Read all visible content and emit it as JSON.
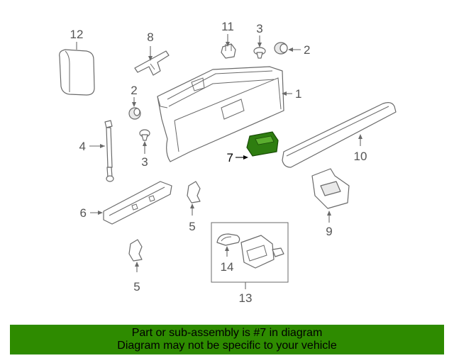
{
  "diagram": {
    "callouts": {
      "p1": "1",
      "p2a": "2",
      "p2b": "2",
      "p3a": "3",
      "p3b": "3",
      "p4": "4",
      "p5a": "5",
      "p5b": "5",
      "p6": "6",
      "p7": "7",
      "p8": "8",
      "p9": "9",
      "p10": "10",
      "p11": "11",
      "p12": "12",
      "p13": "13",
      "p14": "14"
    },
    "highlight_part": "7",
    "highlight_color": "#2e7d10",
    "line_color": "#6a6a6a"
  },
  "banner": {
    "line1": "Part or sub-assembly is #7 in diagram",
    "line2": "Diagram may not be specific to your vehicle",
    "background": "#2e8b00"
  }
}
